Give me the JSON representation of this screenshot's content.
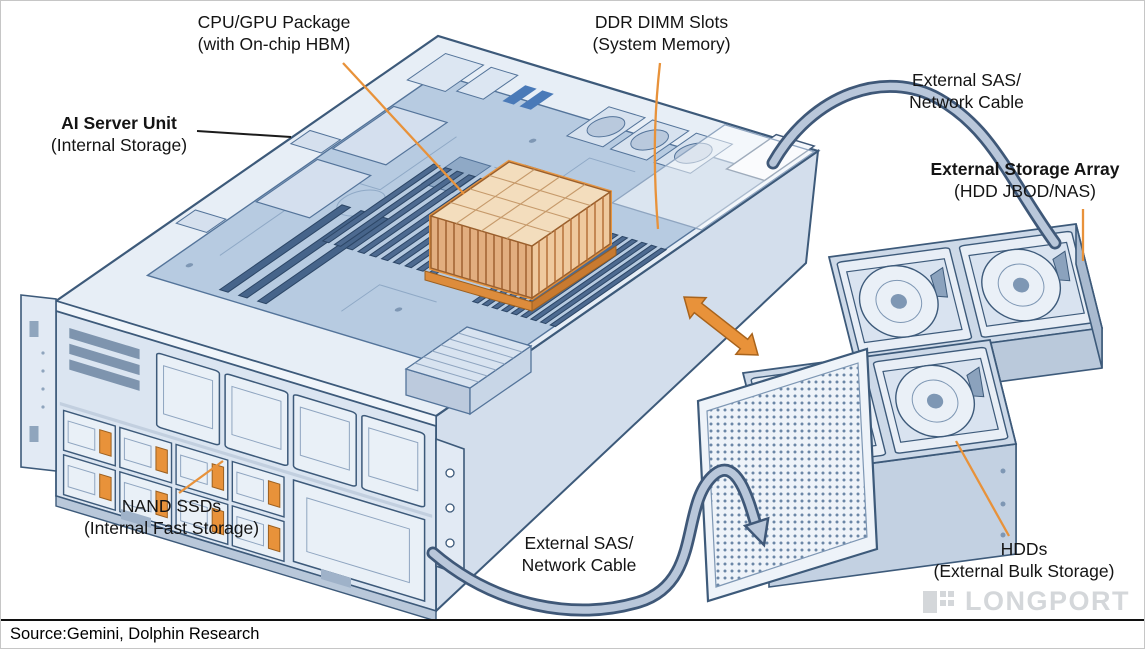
{
  "labels": {
    "cpu_package": {
      "line1": "CPU/GPU Package",
      "line2": "(with On-chip HBM)"
    },
    "dimm_slots": {
      "line1": "DDR DIMM Slots",
      "line2": "(System Memory)"
    },
    "ai_server": {
      "line1": "AI Server Unit",
      "line2": "(Internal Storage)"
    },
    "sas_cable_top": {
      "line1": "External SAS/",
      "line2": "Network Cable"
    },
    "storage_array": {
      "line1": "External Storage Array",
      "line2": "(HDD JBOD/NAS)"
    },
    "nand_ssds": {
      "line1": "NAND SSDs",
      "line2": "(Internal Fast Storage)"
    },
    "sas_cable_bottom": {
      "line1": "External SAS/",
      "line2": "Network Cable"
    },
    "hdds": {
      "line1": "HDDs",
      "line2": "(External Bulk Storage)"
    }
  },
  "footer": {
    "source_text": "Source:Gemini, Dolphin Research"
  },
  "watermark": {
    "brand": "LONGPORT"
  },
  "colors": {
    "accent_orange": "#e8923a",
    "diagram_line_blue": "#3d5a7a",
    "chassis_fill": "#e7eef6",
    "heatsink_tan": "#f3ddbd",
    "cable_gray": "#b9c7da"
  }
}
